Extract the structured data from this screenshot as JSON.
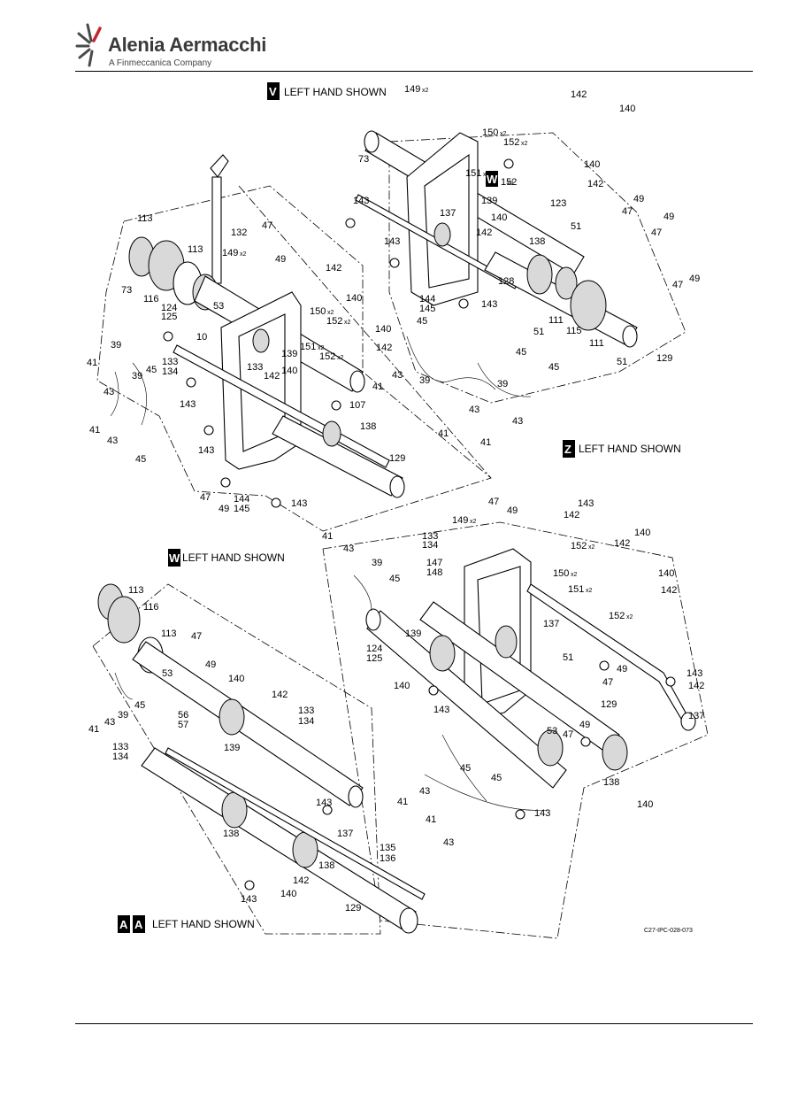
{
  "header": {
    "brand": "Alenia Aermacchi",
    "tagline": "A Finmeccanica Company"
  },
  "views": {
    "v": {
      "letter": "V",
      "caption": "LEFT HAND SHOWN"
    },
    "w": {
      "letter": "W",
      "caption": "LEFT HAND SHOWN"
    },
    "z": {
      "letter": "Z",
      "caption": "LEFT HAND SHOWN"
    },
    "aa": {
      "letter": "A",
      "letter2": "A",
      "caption": "LEFT HAND SHOWN"
    },
    "w_callout": {
      "letter": "W"
    }
  },
  "figure_ref": "C27-IPC-028-073",
  "labels": {
    "l113": "113",
    "l132": "132",
    "l113b": "113",
    "l47": "47",
    "l149": "149",
    "l49": "49",
    "l142": "142",
    "l140": "140",
    "l73": "73",
    "l116": "116",
    "l53": "53",
    "l124": "124",
    "l125": "125",
    "l150": "150",
    "l152": "152",
    "l39": "39",
    "l10": "10",
    "l151": "151",
    "l139": "139",
    "l152b": "152",
    "l41": "41",
    "l45": "45",
    "l133": "133",
    "l134": "134",
    "l133b": "133",
    "l142b": "142",
    "l140b": "140",
    "l43": "43",
    "l39b": "39",
    "l143": "143",
    "l107": "107",
    "l138": "138",
    "l41b": "41",
    "l43b": "43",
    "l45b": "45",
    "l143b": "143",
    "l129": "129",
    "l47b": "47",
    "l49b": "49",
    "l144": "144",
    "l145": "145",
    "l143c": "143",
    "r149": "149",
    "r142": "142",
    "r140": "140",
    "r150": "150",
    "r152": "152",
    "r73": "73",
    "r151": "151",
    "r140b": "140",
    "r142b": "142",
    "r143": "143",
    "r137": "137",
    "r139": "139",
    "r140c": "140",
    "r123": "123",
    "r49": "49",
    "r47": "47",
    "r49b": "49",
    "r47b": "47",
    "r143b": "143",
    "r142c": "142",
    "r51": "51",
    "r138": "138",
    "r128": "128",
    "r144": "144",
    "r145": "145",
    "r143c": "143",
    "r45": "45",
    "r111": "111",
    "r51b": "51",
    "r115": "115",
    "r111b": "111",
    "r47c": "47",
    "r49c": "49",
    "r51c": "51",
    "r129": "129",
    "r140d": "140",
    "r142d": "142",
    "r45b": "45",
    "r45c": "45",
    "r41": "41",
    "r43": "43",
    "r39": "39",
    "r39b": "39",
    "r43b": "43",
    "r41b": "41",
    "r43c": "43",
    "a113": "113",
    "a116": "116",
    "a113b": "113",
    "a47": "47",
    "a49": "49",
    "a53": "53",
    "a140": "140",
    "a142": "142",
    "a45": "45",
    "a39": "39",
    "a41": "41",
    "a43": "43",
    "a56": "56",
    "a57": "57",
    "a133": "133",
    "a134": "134",
    "a139": "139",
    "a133b": "133",
    "a134b": "134",
    "a143": "143",
    "a137": "137",
    "a138": "138",
    "a138b": "138",
    "a135": "135",
    "a136": "136",
    "a142b": "142",
    "a140b": "140",
    "a143b": "143",
    "a129": "129",
    "z47": "47",
    "z143": "143",
    "z149": "149",
    "z49": "49",
    "z142": "142",
    "z133": "133",
    "z134": "134",
    "z140": "140",
    "z41": "41",
    "z43": "43",
    "z152": "152",
    "z142b": "142",
    "z39": "39",
    "z147": "147",
    "z148": "148",
    "z150": "150",
    "z140b": "140",
    "z45": "45",
    "z151": "151",
    "z142c": "142",
    "z152b": "152",
    "z137": "137",
    "z124": "124",
    "z125": "125",
    "z139": "139",
    "z51": "51",
    "z140c": "140",
    "z49b": "49",
    "z143b": "143",
    "z47b": "47",
    "z143c": "143",
    "z142d": "142",
    "z129": "129",
    "z137b": "137",
    "z53": "53",
    "z49c": "49",
    "z47c": "47",
    "z45b": "45",
    "z138": "138",
    "z41b": "41",
    "z43b": "43",
    "z45c": "45",
    "z143d": "143",
    "z41c": "41",
    "z43c": "43",
    "z140d": "140"
  },
  "suffix_x2": "x2",
  "suffix_x": "x"
}
